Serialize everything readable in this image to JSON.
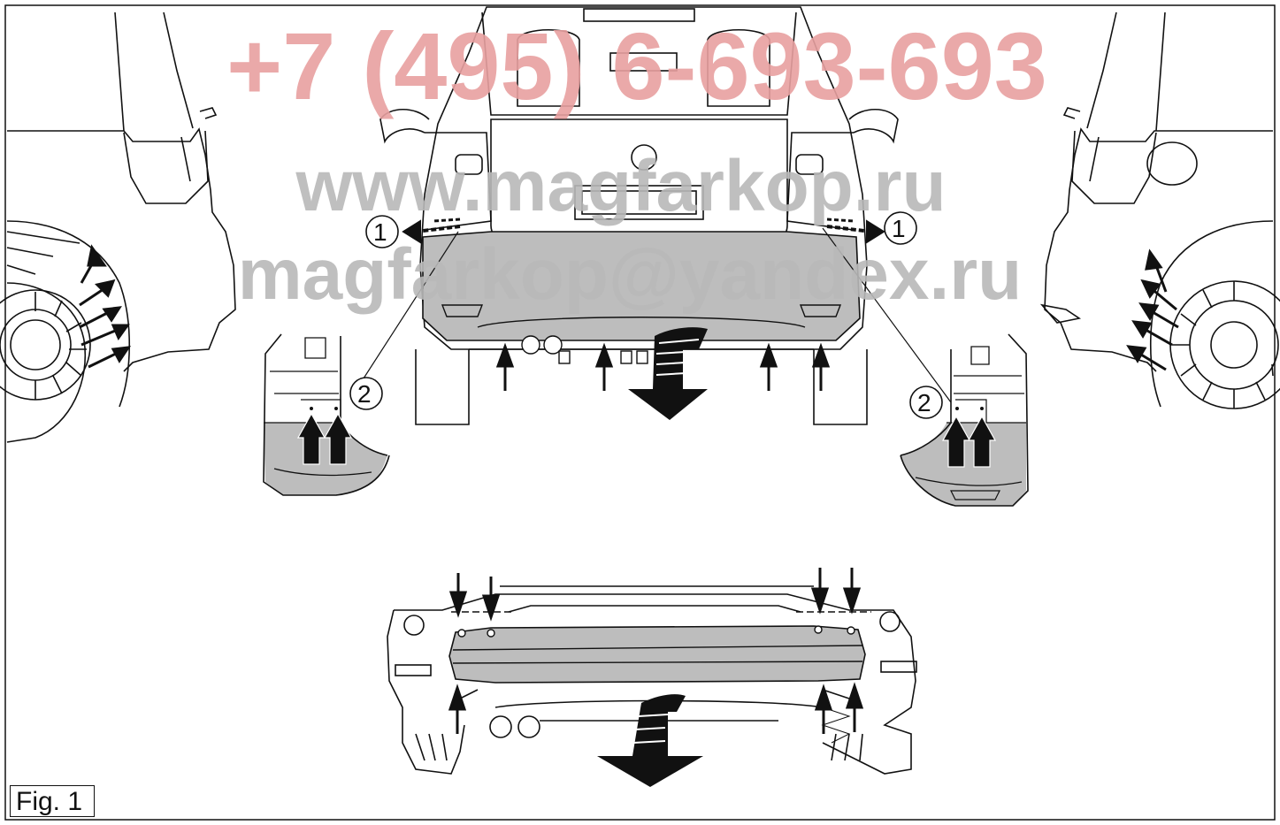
{
  "watermark": {
    "phone": "+7 (495) 6-693-693",
    "site": "www.magfarkop.ru",
    "email": "magfarkop@yandex.ru",
    "phone_color": "#e8a0a0",
    "text_color": "#b9b9b9"
  },
  "callouts": {
    "clip_label": "1",
    "screw_label": "2"
  },
  "figure": {
    "label": "Fig. 1"
  },
  "colors": {
    "line": "#111111",
    "shade": "#bdbdbd",
    "arrow": "#111111"
  }
}
